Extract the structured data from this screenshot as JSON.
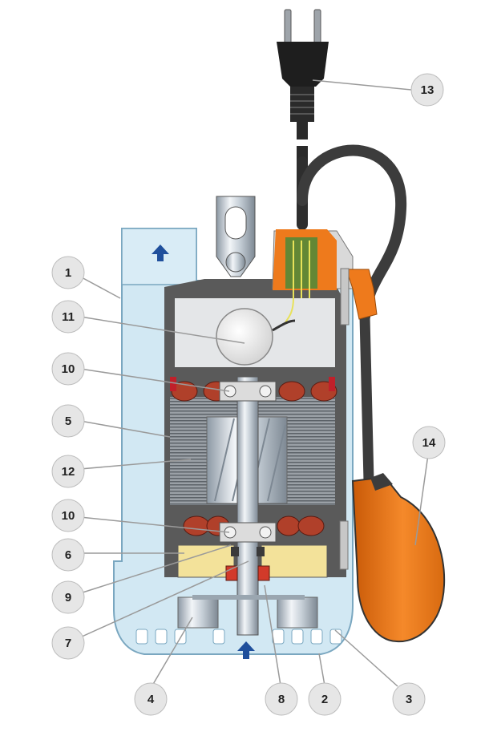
{
  "diagram": {
    "callouts": [
      {
        "id": "c1",
        "label": "1"
      },
      {
        "id": "c2",
        "label": "2"
      },
      {
        "id": "c3",
        "label": "3"
      },
      {
        "id": "c4",
        "label": "4"
      },
      {
        "id": "c5",
        "label": "5"
      },
      {
        "id": "c6",
        "label": "6"
      },
      {
        "id": "c7",
        "label": "7"
      },
      {
        "id": "c8",
        "label": "8"
      },
      {
        "id": "c9",
        "label": "9"
      },
      {
        "id": "c10a",
        "label": "10"
      },
      {
        "id": "c10b",
        "label": "10"
      },
      {
        "id": "c11",
        "label": "11"
      },
      {
        "id": "c12",
        "label": "12"
      },
      {
        "id": "c13",
        "label": "13"
      },
      {
        "id": "c14",
        "label": "14"
      }
    ],
    "colors": {
      "casing": "#d2e8f3",
      "casing_stroke": "#7aa7c0",
      "motor_dark": "#5a5a5a",
      "copper": "#b0402a",
      "oil": "#f3e29a",
      "float": "#f07f1e",
      "cable": "#3c3c3c",
      "flow_arrow": "#1f4f9c",
      "callout_fill": "#e6e6e6",
      "leader": "#9a9a9a"
    }
  }
}
